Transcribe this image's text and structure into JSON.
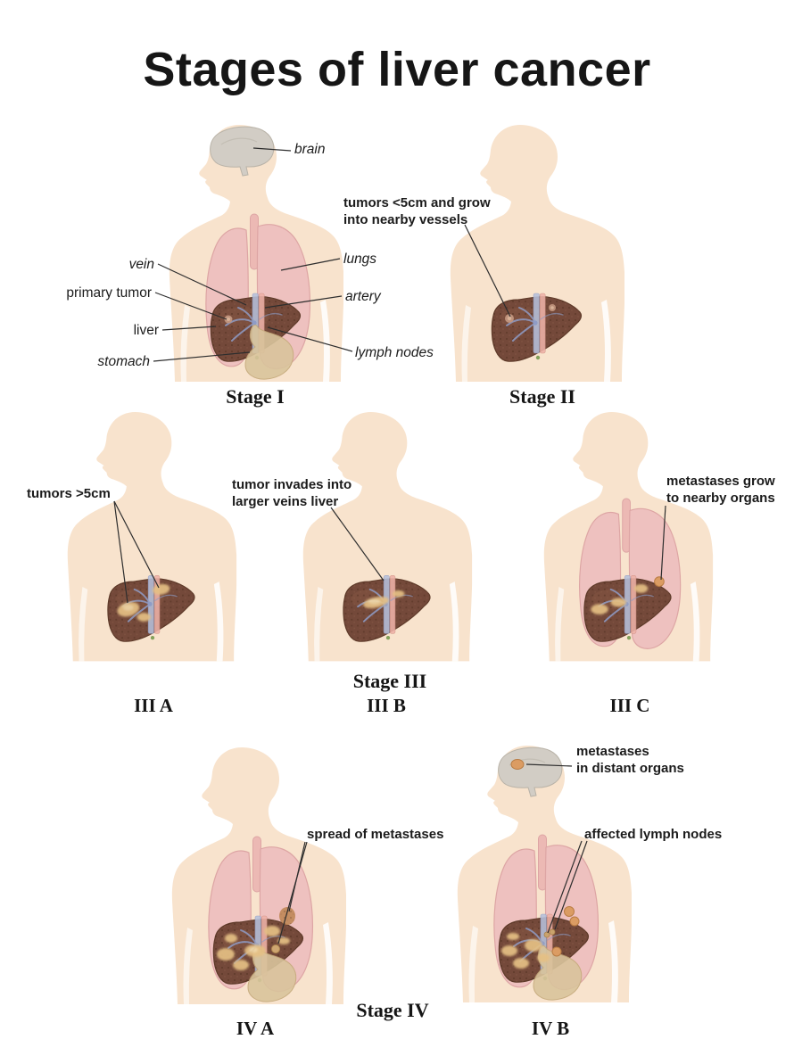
{
  "title": "Stages of liver cancer",
  "colors": {
    "background": "#ffffff",
    "text": "#1b1b1b",
    "leader_line": "#2d2d2d",
    "skin": "#f8e3cd",
    "lungs": "#eec1bf",
    "lungs_outline": "#dda5a4",
    "brain": "#d2cdc5",
    "brain_outline": "#b9b3a8",
    "liver": "#74493a",
    "liver_outline": "#5e3a29",
    "vein_blue": "#b6c0db",
    "artery_pink": "#eeb2a8",
    "vessel_tree": "#8f9cc6",
    "stomach": "#d9c49c",
    "tumor_yellow": "#e5c084",
    "metastasis_orange": "#db9c63"
  },
  "stage1": {
    "caption": "Stage I",
    "labels": {
      "brain": "brain",
      "vein": "vein",
      "primary_tumor": "primary tumor",
      "liver": "liver",
      "stomach": "stomach",
      "lungs": "lungs",
      "artery": "artery",
      "lymph_nodes": "lymph nodes"
    }
  },
  "stage2": {
    "caption": "Stage II",
    "callout": {
      "line1": "tumors <5cm and grow",
      "line2": "into nearby vessels"
    }
  },
  "stage3": {
    "caption": "Stage III",
    "a": {
      "caption": "III A",
      "callout": "tumors >5cm"
    },
    "b": {
      "caption": "III B",
      "callout": {
        "line1": "tumor invades into",
        "line2": "larger veins liver"
      }
    },
    "c": {
      "caption": "III C",
      "callout": {
        "line1": "metastases grow",
        "line2": "to nearby organs"
      }
    }
  },
  "stage4": {
    "caption": "Stage IV",
    "a": {
      "caption": "IV A",
      "callout": "spread of metastases"
    },
    "b": {
      "caption": "IV B",
      "callout_distant": {
        "line1": "metastases",
        "line2": "in distant organs"
      },
      "callout_lymph": "affected lymph nodes"
    }
  }
}
